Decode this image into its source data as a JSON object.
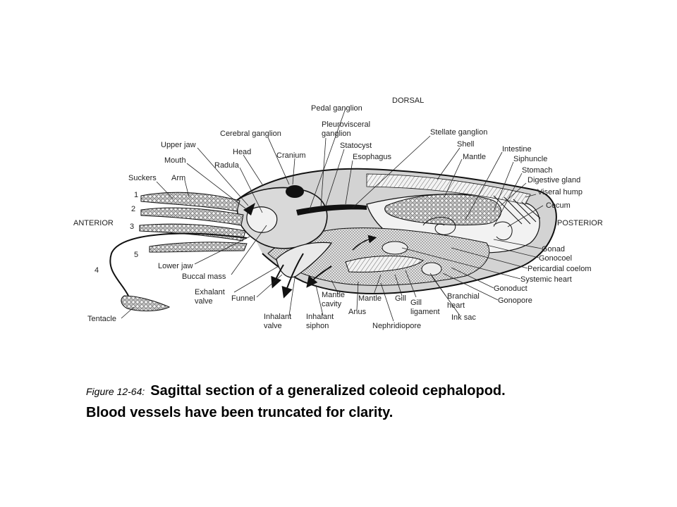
{
  "orientation": {
    "dorsal": "DORSAL",
    "anterior": "ANTERIOR",
    "posterior": "POSTERIOR"
  },
  "arm_numbers": [
    "1",
    "2",
    "3",
    "4",
    "5"
  ],
  "labels": {
    "pedal_ganglion": "Pedal ganglion",
    "pleurovisceral_1": "Pleurovisceral",
    "pleurovisceral_2": "ganglion",
    "cerebral_ganglion": "Cerebral ganglion",
    "stellate_ganglion": "Stellate ganglion",
    "statocyst": "Statocyst",
    "shell": "Shell",
    "upper_jaw": "Upper jaw",
    "head": "Head",
    "cranium": "Cranium",
    "esophagus": "Esophagus",
    "mantle_top": "Mantle",
    "intestine": "Intestine",
    "siphuncle": "Siphuncle",
    "mouth": "Mouth",
    "radula": "Radula",
    "stomach": "Stomach",
    "digestive_gland": "Digestive gland",
    "suckers": "Suckers",
    "arm": "Arm",
    "viseral_hump": "Viseral hump",
    "cecum": "Cecum",
    "gonad": "Gonad",
    "gonocoel": "Gonocoel",
    "pericardial_coelom": "Pericardial coelom",
    "systemic_heart": "Systemic heart",
    "gonoduct": "Gonoduct",
    "gonopore": "Gonopore",
    "lower_jaw": "Lower jaw",
    "buccal_mass": "Buccal mass",
    "exhalant_valve_1": "Exhalant",
    "exhalant_valve_2": "valve",
    "funnel": "Funnel",
    "mantle_cavity_1": "Mantle",
    "mantle_cavity_2": "cavity",
    "mantle_bottom": "Mantle",
    "gill": "Gill",
    "gill_ligament_1": "Gill",
    "gill_ligament_2": "ligament",
    "branchial_heart_1": "Branchial",
    "branchial_heart_2": "heart",
    "ink_sac": "Ink sac",
    "inhalant_valve_1": "Inhalant",
    "inhalant_valve_2": "valve",
    "inhalant_siphon_1": "Inhalant",
    "inhalant_siphon_2": "siphon",
    "anus": "Anus",
    "nephridiopore": "Nephridiopore",
    "tentacle": "Tentacle"
  },
  "caption": {
    "prefix": "Figure 12-64:",
    "line1": "Sagittal section of a generalized coleoid cephalopod.",
    "line2": "Blood vessels have been truncated for clarity."
  }
}
